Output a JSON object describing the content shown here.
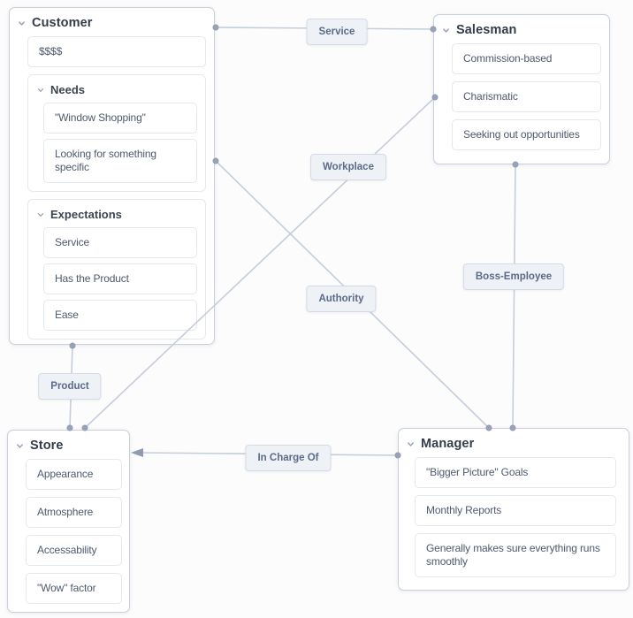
{
  "colors": {
    "canvas_bg": "#fcfcfd",
    "line": "#c5cdda",
    "dot": "#98a2b8",
    "label_bg": "#eef1f6",
    "label_border": "#d5dbe5",
    "label_text": "#5b6b88",
    "title_text": "#343c49",
    "item_text": "#4e5a6e",
    "node_border": "#c8d0dc",
    "item_border": "#e4e8ef"
  },
  "icons": {
    "collapse": "chevron-down"
  },
  "nodes": {
    "customer": {
      "title": "Customer",
      "items": [
        "$$$$"
      ],
      "groups": [
        {
          "title": "Needs",
          "items": [
            "\"Window Shopping\"",
            "Looking for something specific"
          ]
        },
        {
          "title": "Expectations",
          "items": [
            "Service",
            "Has the Product",
            "Ease"
          ]
        }
      ]
    },
    "salesman": {
      "title": "Salesman",
      "items": [
        "Commission-based",
        "Charismatic",
        "Seeking out opportunities"
      ]
    },
    "store": {
      "title": "Store",
      "items": [
        "Appearance",
        "Atmosphere",
        "Accessability",
        "\"Wow\" factor"
      ]
    },
    "manager": {
      "title": "Manager",
      "items": [
        "\"Bigger Picture\" Goals",
        "Monthly Reports",
        "Generally makes sure everything runs smoothly"
      ]
    }
  },
  "edges": {
    "service": {
      "label": "Service",
      "from": "Customer",
      "to": "Salesman"
    },
    "workplace": {
      "label": "Workplace",
      "from": "Salesman",
      "to": "Store"
    },
    "authority": {
      "label": "Authority",
      "from": "Customer",
      "to": "Manager"
    },
    "boss_employee": {
      "label": "Boss-Employee",
      "from": "Salesman",
      "to": "Manager"
    },
    "product": {
      "label": "Product",
      "from": "Customer",
      "to": "Store"
    },
    "in_charge_of": {
      "label": "In Charge Of",
      "from": "Manager",
      "to": "Store"
    }
  }
}
